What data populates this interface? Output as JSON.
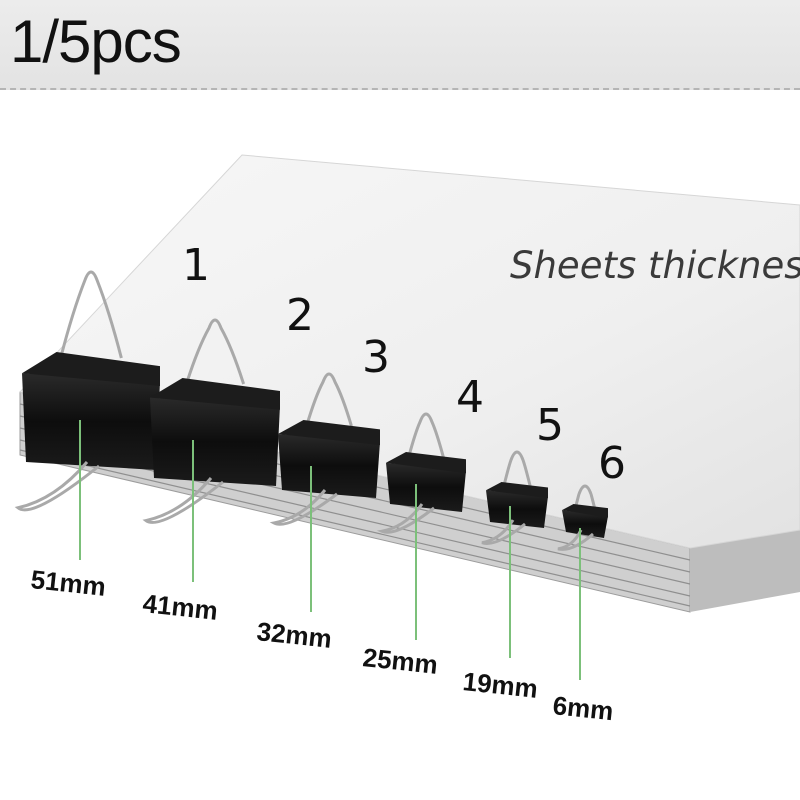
{
  "header": {
    "title": "1/5pcs"
  },
  "photo": {
    "caption": "Sheets thickness",
    "leader_color": "#7cc07a",
    "clips": [
      {
        "number": "1",
        "size": "51mm"
      },
      {
        "number": "2",
        "size": "41mm"
      },
      {
        "number": "3",
        "size": "32mm"
      },
      {
        "number": "4",
        "size": "25mm"
      },
      {
        "number": "5",
        "size": "19mm"
      },
      {
        "number": "6",
        "size": "6mm"
      }
    ]
  }
}
